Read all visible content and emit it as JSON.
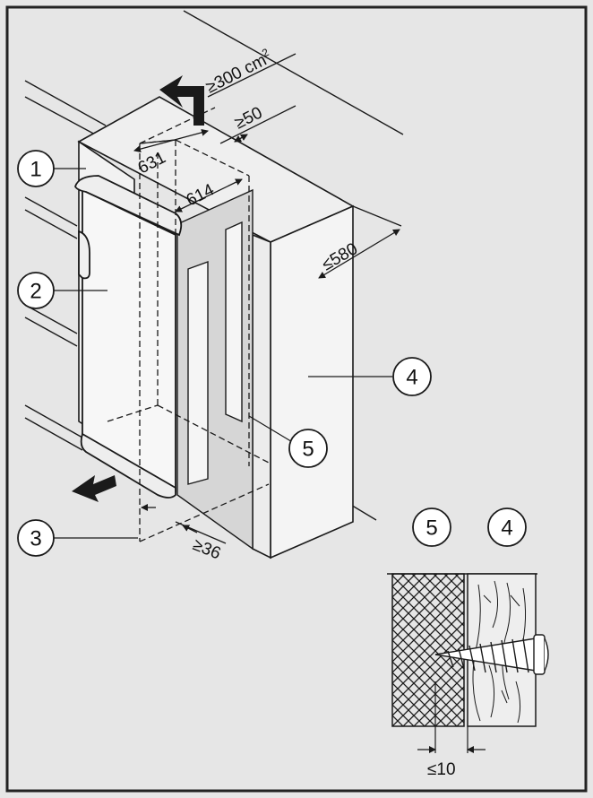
{
  "colors": {
    "background": "#e6e6e6",
    "frame": "#222222",
    "line": "#1a1a1a",
    "appliance_fill": "#f7f7f7",
    "recess_fill": "#d9d9d9",
    "wood": "#eeeeee"
  },
  "dimensions": {
    "vent_area": "≥300 cm",
    "vent_area_exp": "2",
    "gap_top": "≥50",
    "width_631": "631",
    "width_614": "614",
    "depth_580": "≤580",
    "gap_side": "≥36",
    "screw_depth": "≤10"
  },
  "callouts": {
    "c1": "1",
    "c2": "2",
    "c3": "3",
    "c4": "4",
    "c5": "5",
    "detail_4": "4",
    "detail_5": "5"
  }
}
